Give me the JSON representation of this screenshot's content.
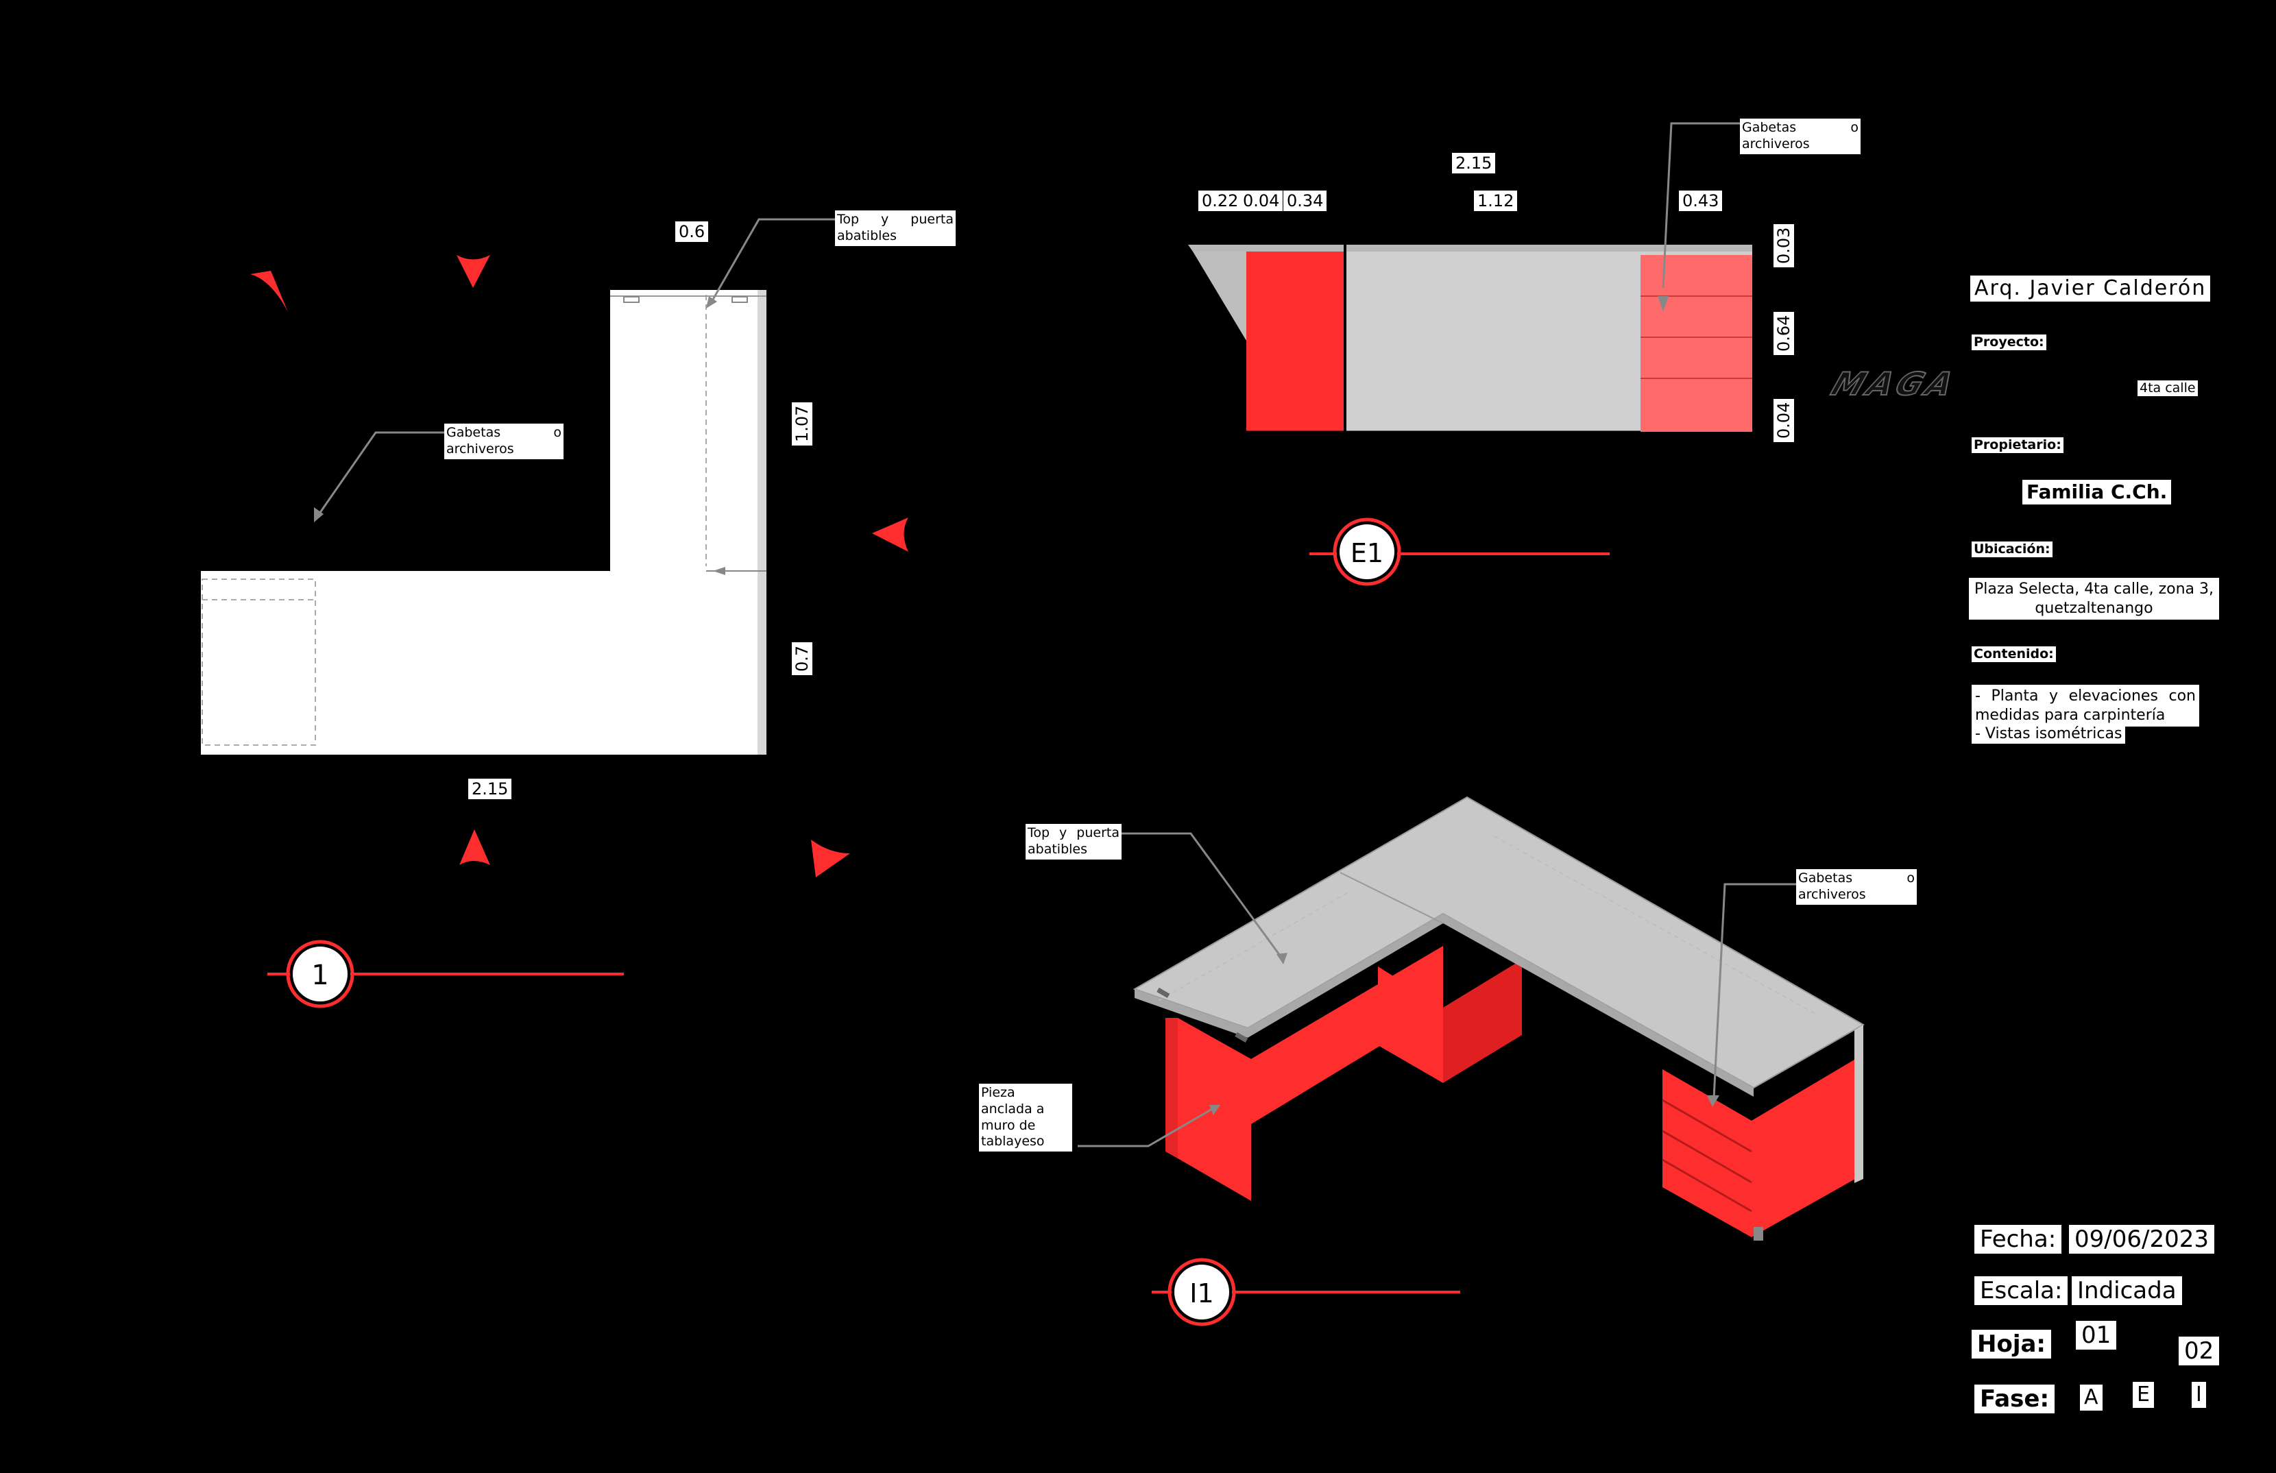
{
  "views": {
    "plan": {
      "marker": "1",
      "dims": {
        "top": "0.6",
        "right_upper": "1.07",
        "right_lower": "0.7",
        "bottom": "2.15"
      },
      "callouts": {
        "top_door": "Top y puerta abatibles",
        "drawers": "Gabetas o archiveros"
      }
    },
    "elevation": {
      "marker": "E1",
      "dims": {
        "total": "2.15",
        "seg1": "0.22",
        "seg2": "0.04",
        "seg3": "0.34",
        "seg4": "1.12",
        "seg5": "0.43",
        "v1": "0.03",
        "v2": "0.64",
        "v3": "0.04"
      },
      "callouts": {
        "drawers": "Gabetas o archiveros"
      }
    },
    "isometric": {
      "marker": "I1",
      "callouts": {
        "top_door": "Top y puerta abatibles",
        "drawers": "Gabetas o archiveros",
        "anchored": "Pieza anclada a muro de tablayeso"
      }
    }
  },
  "title_block": {
    "architect": "Arq. Javier Calderón",
    "project_label": "Proyecto:",
    "project_logo_text": "MAGA",
    "project_street": "4ta calle",
    "owner_label": "Propietario:",
    "owner": "Familia  C.Ch.",
    "location_label": "Ubicación:",
    "location": "Plaza Selecta, 4ta calle, zona 3, quetzaltenango",
    "contents_label": "Contenido:",
    "contents": [
      "- Planta y elevaciones con medidas para carpintería",
      "- Vistas isométricas"
    ],
    "date_label": "Fecha:",
    "date": "09/06/2023",
    "scale_label": "Escala:",
    "scale": "Indicada",
    "sheet_label": "Hoja:",
    "sheet_no": "01",
    "sheet_total": "02",
    "phase_label": "Fase:",
    "phases": [
      "A",
      "E",
      "I"
    ]
  },
  "colors": {
    "accent_red": "#ff2e2e",
    "background": "#000000",
    "panel_grey": "#c8c8c8"
  }
}
